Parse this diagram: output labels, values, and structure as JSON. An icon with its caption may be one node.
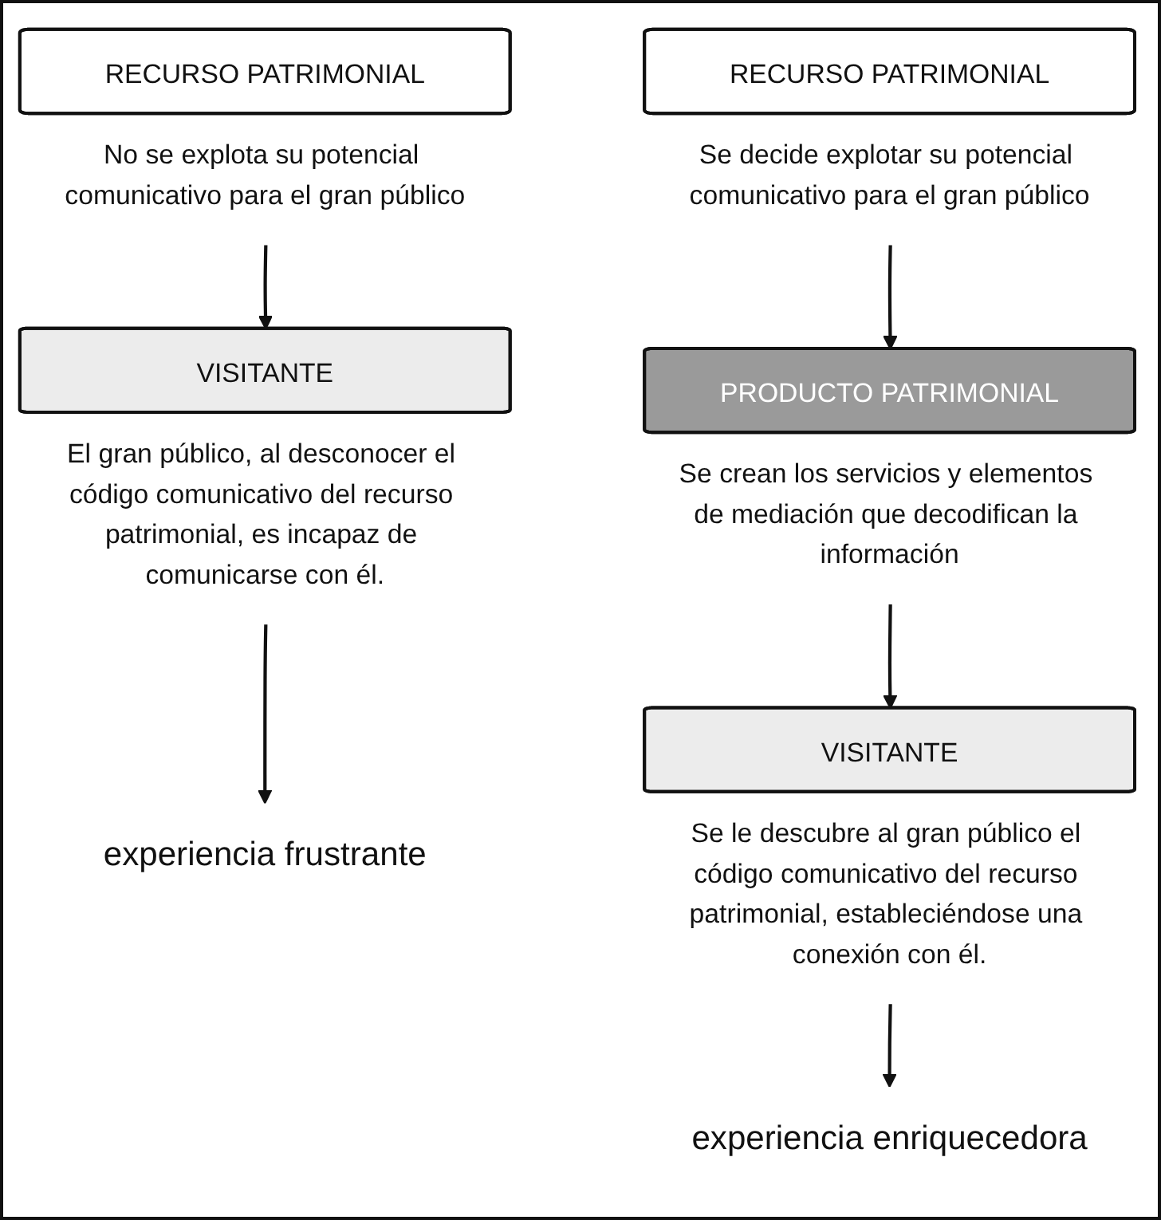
{
  "diagram": {
    "nodes": [
      {
        "text": [
          "RECURSO PATRIMONIAL"
        ],
        "beside": [
          "No se explota su potencial comunicativo para el gran público"
        ]
      },
      {
        "text": [
          "VISITANTE"
        ],
        "beside": [
          "El gran público, al desconocer el código comunicativo del recurso patrimonial, es incapaz de comunicarse con él."
        ]
      },
      {
        "text": [
          "experiencia frustrante"
        ]
      },
      {
        "text": [
          "RECURSO PATRIMONIAL"
        ],
        "beside": [
          "Se decide explotar su potencial comunicativo para el gran público"
        ]
      },
      {
        "text": [
          "PRODUCTO PATRIMONIAL"
        ],
        "beside": [
          "Se crean los servicios y elementos de mediación que decodifican la información"
        ]
      },
      {
        "text": [
          "VISITANTE"
        ],
        "beside": [
          "Se le descubre al gran público el código comunicativo del recurso patrimonial, estableciéndose una conexión con él."
        ]
      },
      {
        "text": [
          "experiencia enriquecedora"
        ]
      }
    ],
    "edges": [
      {
        "from": 0,
        "to": 1,
        "arrow": "to"
      },
      {
        "from": 1,
        "to": 2,
        "arrow": "to"
      },
      {
        "from": 3,
        "to": 4,
        "arrow": "to"
      },
      {
        "from": 4,
        "to": 5,
        "arrow": "to"
      },
      {
        "from": 5,
        "to": 6,
        "arrow": "to"
      }
    ]
  }
}
